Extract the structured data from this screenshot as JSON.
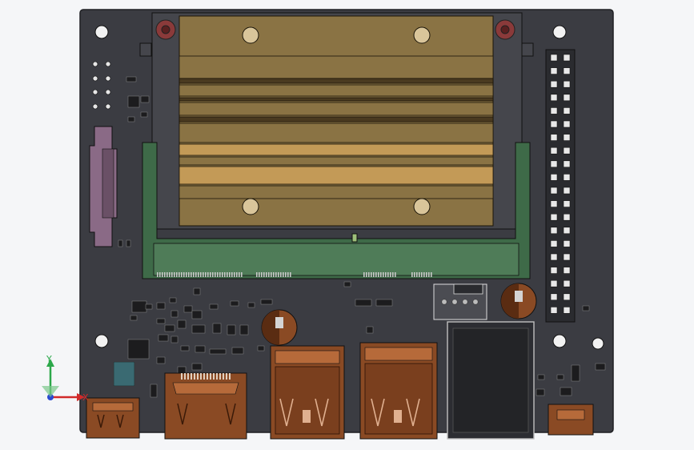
{
  "viewport": {
    "background": "#f5f6f8",
    "axis_labels": {
      "y": "Y",
      "x": "X"
    }
  },
  "colors": {
    "pcb": "#3b3c42",
    "pcb_edge": "#1e1f22",
    "heatsink_light": "#8a7344",
    "heatsink_gold": "#c39a57",
    "heatsink_dark": "#4a3a20",
    "connector_green": "#3e6a48",
    "copper": "#8a4a24",
    "copper_dark": "#5a2c12",
    "usb_inner": "#b66a3a",
    "rj45": "#2c2d32",
    "pin_white": "#e8e8e8",
    "screw_red": "#8a3a3a",
    "usbc_lilac": "#8a6a86",
    "axis_y": "#2ca84a",
    "axis_x": "#d12a2a",
    "axis_z": "#2a4ad1"
  },
  "components": [
    "pcb-board",
    "heatsink",
    "sodimm-connector",
    "gpio-header",
    "usb-c-port",
    "hdmi-port",
    "usb-a-port-1",
    "usb-a-port-2",
    "rj45-port",
    "micro-usb-port",
    "capacitor-1",
    "capacitor-2",
    "csi-connector",
    "fan-connector"
  ]
}
